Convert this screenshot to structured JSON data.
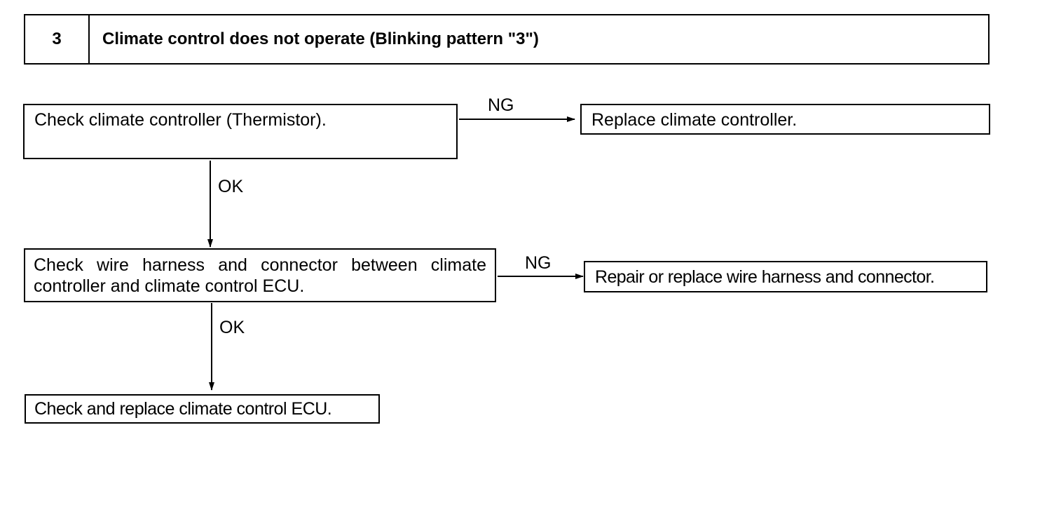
{
  "header": {
    "number": "3",
    "title": "Climate control does not operate (Blinking pattern \"3\")"
  },
  "steps": {
    "check_controller": "Check climate controller (Thermistor).",
    "replace_controller": "Replace climate controller.",
    "check_harness": "Check wire harness and connector between climate controller and climate control ECU.",
    "repair_harness": "Repair or replace wire harness and connector.",
    "check_ecu": "Check and replace climate control ECU."
  },
  "labels": {
    "ng_1": "NG",
    "ok_1": "OK",
    "ng_2": "NG",
    "ok_2": "OK"
  }
}
